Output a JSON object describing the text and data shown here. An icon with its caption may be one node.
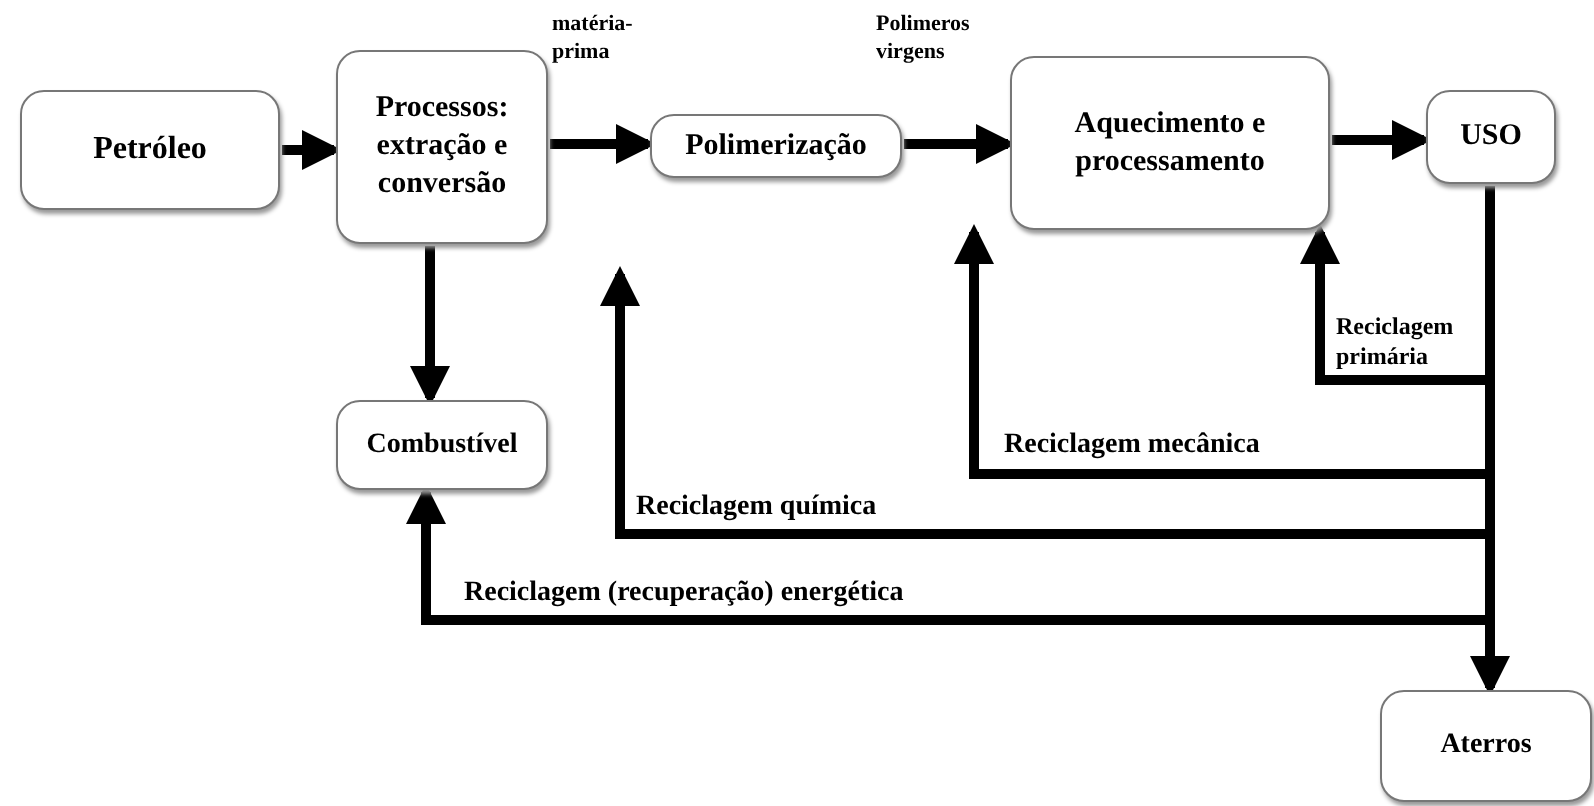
{
  "diagram": {
    "nodes": [
      {
        "text": [
          "Petróleo"
        ]
      },
      {
        "text": [
          "Processos: extração e conversão"
        ]
      },
      {
        "text": [
          "Polimerização"
        ]
      },
      {
        "text": [
          "Aquecimento e processamento"
        ]
      },
      {
        "text": [
          "USO"
        ]
      },
      {
        "text": [
          "Combustível"
        ]
      },
      {
        "text": [
          "Aterros"
        ]
      }
    ],
    "edges": [
      {
        "from": 0,
        "to": 1,
        "arrow": "to"
      },
      {
        "from": 1,
        "to": 2,
        "arrow": "to",
        "label": "matéria-prima"
      },
      {
        "from": 2,
        "to": 3,
        "arrow": "to",
        "label": "Polimeros virgens"
      },
      {
        "from": 3,
        "to": 4,
        "arrow": "to"
      },
      {
        "from": 1,
        "to": 5,
        "arrow": "to"
      },
      {
        "from": 4,
        "to": 6,
        "arrow": "to"
      },
      {
        "from": 4,
        "to": 3,
        "arrow": "to",
        "label": "Reciclagem primária"
      },
      {
        "from": 4,
        "to": 3,
        "arrow": "to",
        "label": "Reciclagem mecânica"
      },
      {
        "from": 4,
        "to": null,
        "arrow": "to",
        "label": "Reciclagem química"
      },
      {
        "from": 4,
        "to": 5,
        "arrow": "to",
        "label": "Reciclagem (recuperação) energética"
      }
    ]
  }
}
